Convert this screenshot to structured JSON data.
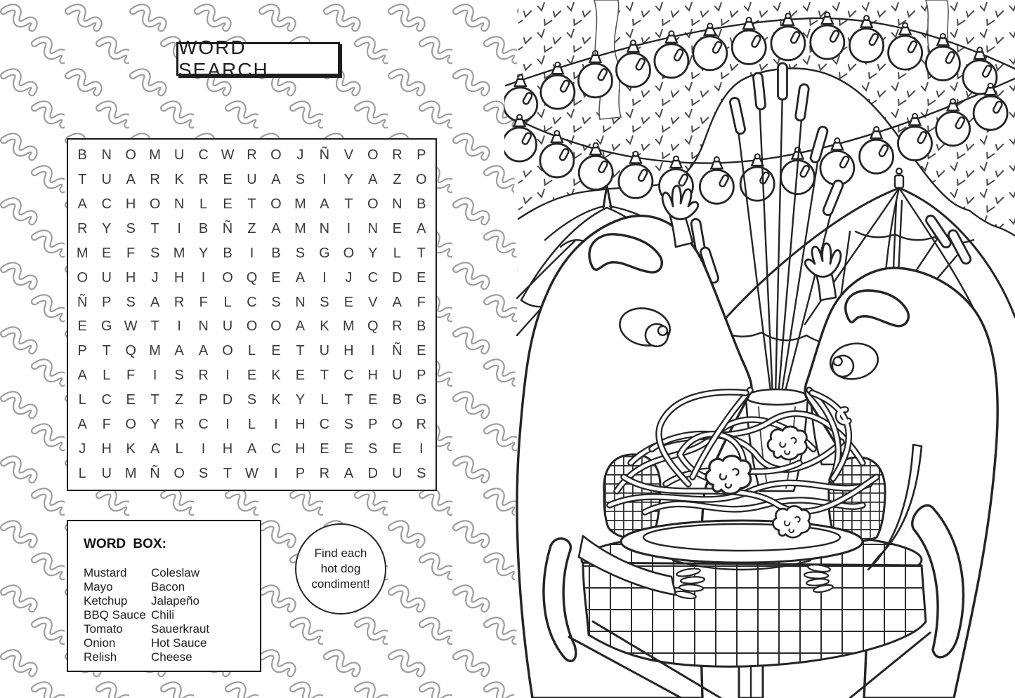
{
  "page": {
    "title": "WORD SEARCH"
  },
  "puzzle": {
    "rows": [
      "BNOMUCWROJÑVORP",
      "TUARKREUASIYAZO",
      "ACHONLETOMATONB",
      "RYSTIBÑZAMNINEA",
      "MEFSMYBIBSGOYLT",
      "OUHJHIOQEAIJCDE",
      "ÑPSARFLCSNSEVAF",
      "EGWTINUOOAKMQRB",
      "PTQMAAOLETUHIÑE",
      "ALFISRIEKETCHUP",
      "LCETZPDSKYLTEBG",
      "AFOYRCILIHCSPOR",
      "JHKALIHACHEESEI",
      "LUMÑOSTWIPRADUS"
    ]
  },
  "word_box": {
    "label": "WORD BOX:",
    "columns": [
      [
        "Mustard",
        "Mayo",
        "Ketchup",
        "BBQ Sauce",
        "Tomato",
        "Onion",
        "Relish"
      ],
      [
        "Coleslaw",
        "Bacon",
        "Jalapeño",
        "Chili",
        "Sauerkraut",
        "Hot Sauce",
        "Cheese"
      ]
    ]
  },
  "instruction": {
    "lines": [
      "Find each",
      "hot dog",
      "condiment!"
    ]
  },
  "illustration": {
    "elements": [
      "squiggle-pattern",
      "foliage-canopy",
      "string-lights",
      "ornament-ball",
      "umbrella",
      "cattails",
      "vase",
      "hot-dog-character-left",
      "hot-dog-character-right",
      "spaghetti-plate",
      "meatball",
      "checkered-tablecloth",
      "checkered-cushion",
      "table-pedestal"
    ]
  },
  "colors": {
    "ink": "#242424",
    "paper": "#ffffff",
    "pattern_gray": "#9c9c9c",
    "letter_gray": "#3a3a3a"
  }
}
